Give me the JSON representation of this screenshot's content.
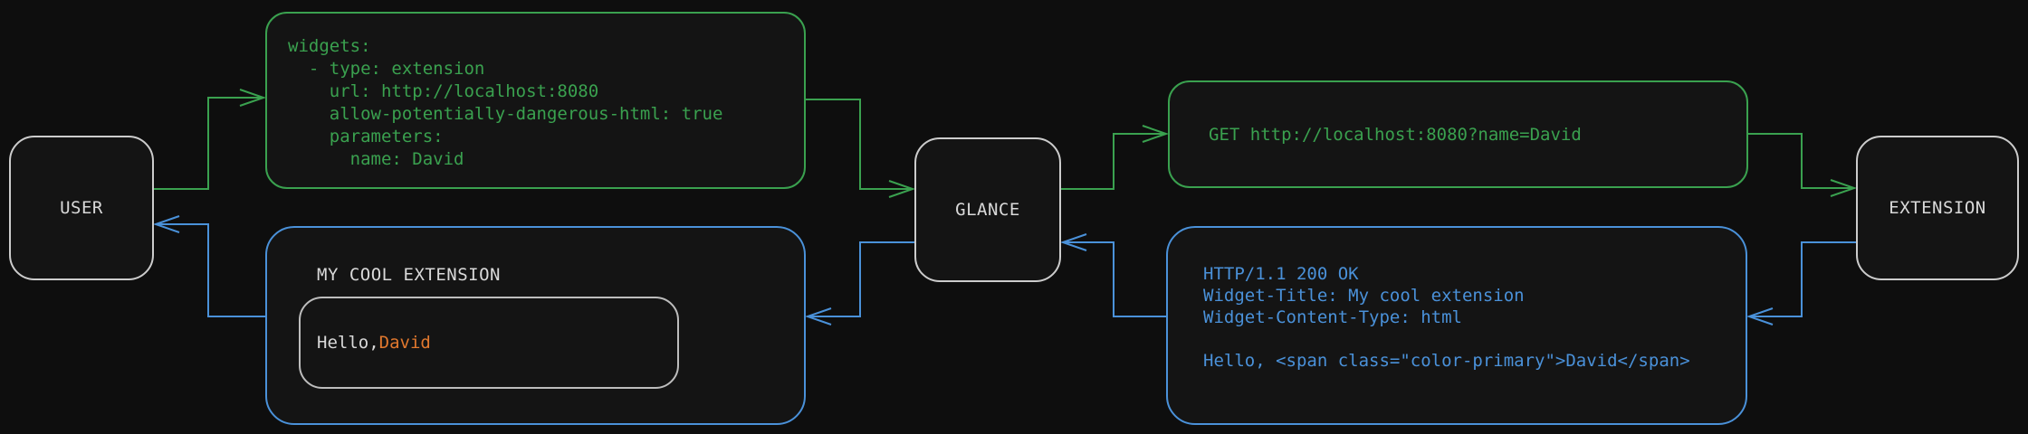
{
  "colors": {
    "background": "#0e0e0e",
    "box_fill": "#141414",
    "node_border": "#cccccc",
    "node_text": "#d9d9d9",
    "green": "#3aa14f",
    "blue": "#4a91d9",
    "orange": "#e1782e",
    "inner_border": "#bdbdbd"
  },
  "nodes": {
    "user": "USER",
    "glance": "GLANCE",
    "extension": "EXTENSION"
  },
  "config_box": {
    "code": "widgets:\n  - type: extension\n    url: http://localhost:8080\n    allow-potentially-dangerous-html: true\n    parameters:\n      name: David"
  },
  "request_box": {
    "text": "GET http://localhost:8080?name=David"
  },
  "response_box": {
    "code": "HTTP/1.1 200 OK\nWidget-Title: My cool extension\nWidget-Content-Type: html\n\nHello, <span class=\"color-primary\">David</span>"
  },
  "widget_box": {
    "title": "MY COOL EXTENSION",
    "greeting_prefix": "Hello, ",
    "greeting_name": "David"
  }
}
